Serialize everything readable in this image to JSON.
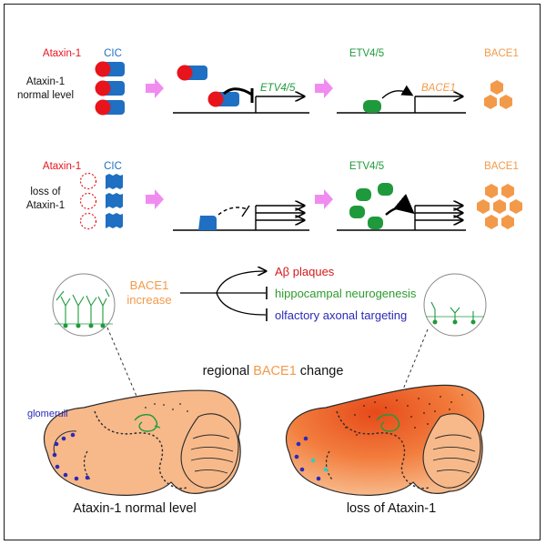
{
  "row1": {
    "label_ataxin": "Ataxin-1",
    "label_cic": "CIC",
    "condition": [
      "Ataxin-1",
      "normal level"
    ],
    "gene_etv": "ETV4/5",
    "protein_etv": "ETV4/5",
    "gene_bace": "BACE1",
    "protein_bace": "BACE1"
  },
  "row2": {
    "label_ataxin": "Ataxin-1",
    "label_cic": "CIC",
    "condition": [
      "loss of",
      "Ataxin-1"
    ],
    "protein_etv": "ETV4/5",
    "protein_bace": "BACE1"
  },
  "effects": {
    "source": [
      "BACE1",
      "increase"
    ],
    "outcome_1": "Aβ plaques",
    "outcome_2": "hippocampal neurogenesis",
    "outcome_3": "olfactory axonal targeting"
  },
  "brains": {
    "title_pre": "regional ",
    "title_key": "BACE1",
    "title_post": " change",
    "glomeruli": "glomeruli",
    "left_caption": "Ataxin-1 normal level",
    "right_caption": "loss of Ataxin-1"
  },
  "colors": {
    "ataxin": "#e8141c",
    "cic": "#1f6fc2",
    "etv": "#1e9a3c",
    "bace": "#f39a4a",
    "arrow": "#f08cf0",
    "plaques": "#d41a1a",
    "neuro": "#2e9a2e",
    "olfactory": "#2a2ab8",
    "brain": "#f7b98a"
  }
}
